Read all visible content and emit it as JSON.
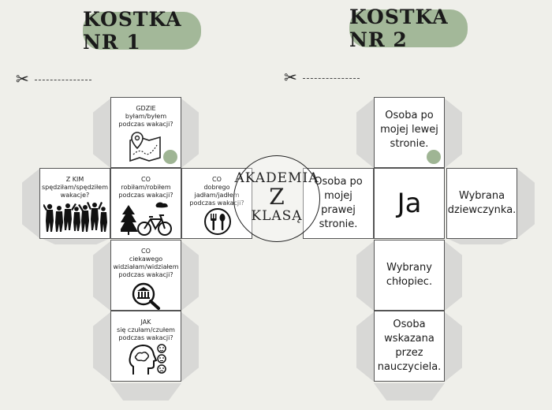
{
  "titles": {
    "left": "KOSTKA NR 1",
    "right": "KOSTKA NR 2"
  },
  "cube1": {
    "top": "GDZIE\nbyłam/byłem\npodczas wakacji?",
    "left": "Z KIM\nspędziłam/spędziłem\nwakacje?",
    "center": "CO\nrobiłam/robiłem\npodczas wakacji?",
    "right": "CO\ndobrego\njadłam/jadłem\npodczas wakacji?",
    "below": "CO\nciekawego\nwidziałam/widziałem\npodczas wakacji?",
    "bottom": "JAK\nsię czułam/czułem\npodczas wakacji?"
  },
  "cube2": {
    "top": "Osoba po\nmojej lewej\nstronie.",
    "left": "Osoba po\nmojej prawej\nstronie.",
    "center": "Ja",
    "right": "Wybrana\ndziewczynka.",
    "below": "Wybrany\nchłopiec.",
    "bottom": "Osoba\nwskazana\nprzez\nnauczyciela."
  },
  "logo": {
    "line1": "AKADEMIA",
    "line2": "Z",
    "line3": "KLASĄ"
  },
  "icons": [
    "scissors-icon",
    "map-pin-icon",
    "friends-silhouette-icon",
    "bicycle-trees-icon",
    "fork-spoon-icon",
    "museum-magnifier-icon",
    "head-emotions-icon"
  ],
  "colors": {
    "pill": "#a3b899",
    "background": "#efefea",
    "tab": "#d8d8d6"
  }
}
